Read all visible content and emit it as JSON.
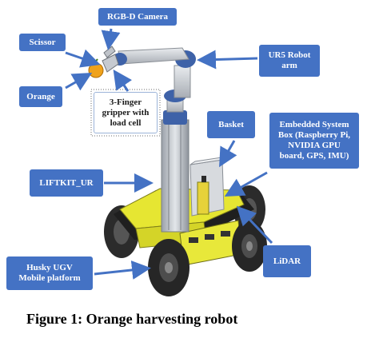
{
  "labels": {
    "rgbd_camera": "RGB-D Camera",
    "scissor": "Scissor",
    "orange": "Orange",
    "gripper": "3-Finger\ngripper with\nload cell",
    "ur5_arm": "UR5 Robot\narm",
    "basket": "Basket",
    "embedded_box": "Embedded System\nBox (Raspberry Pi,\nNVIDIA GPU\nboard, GPS, IMU)",
    "liftkit": "LIFTKIT_UR",
    "husky": "Husky UGV\nMobile platform",
    "lidar": "LiDAR"
  },
  "caption": "Figure 1: Orange harvesting robot",
  "colors": {
    "label_fill": "#4472c4",
    "label_text": "#ffffff",
    "arrow": "#4472c4",
    "chassis_yellow": "#e6e632",
    "robot_gray": "#c9cdd3",
    "arm_blue": "#3e62a8",
    "orange_fruit": "#f0a21a"
  }
}
